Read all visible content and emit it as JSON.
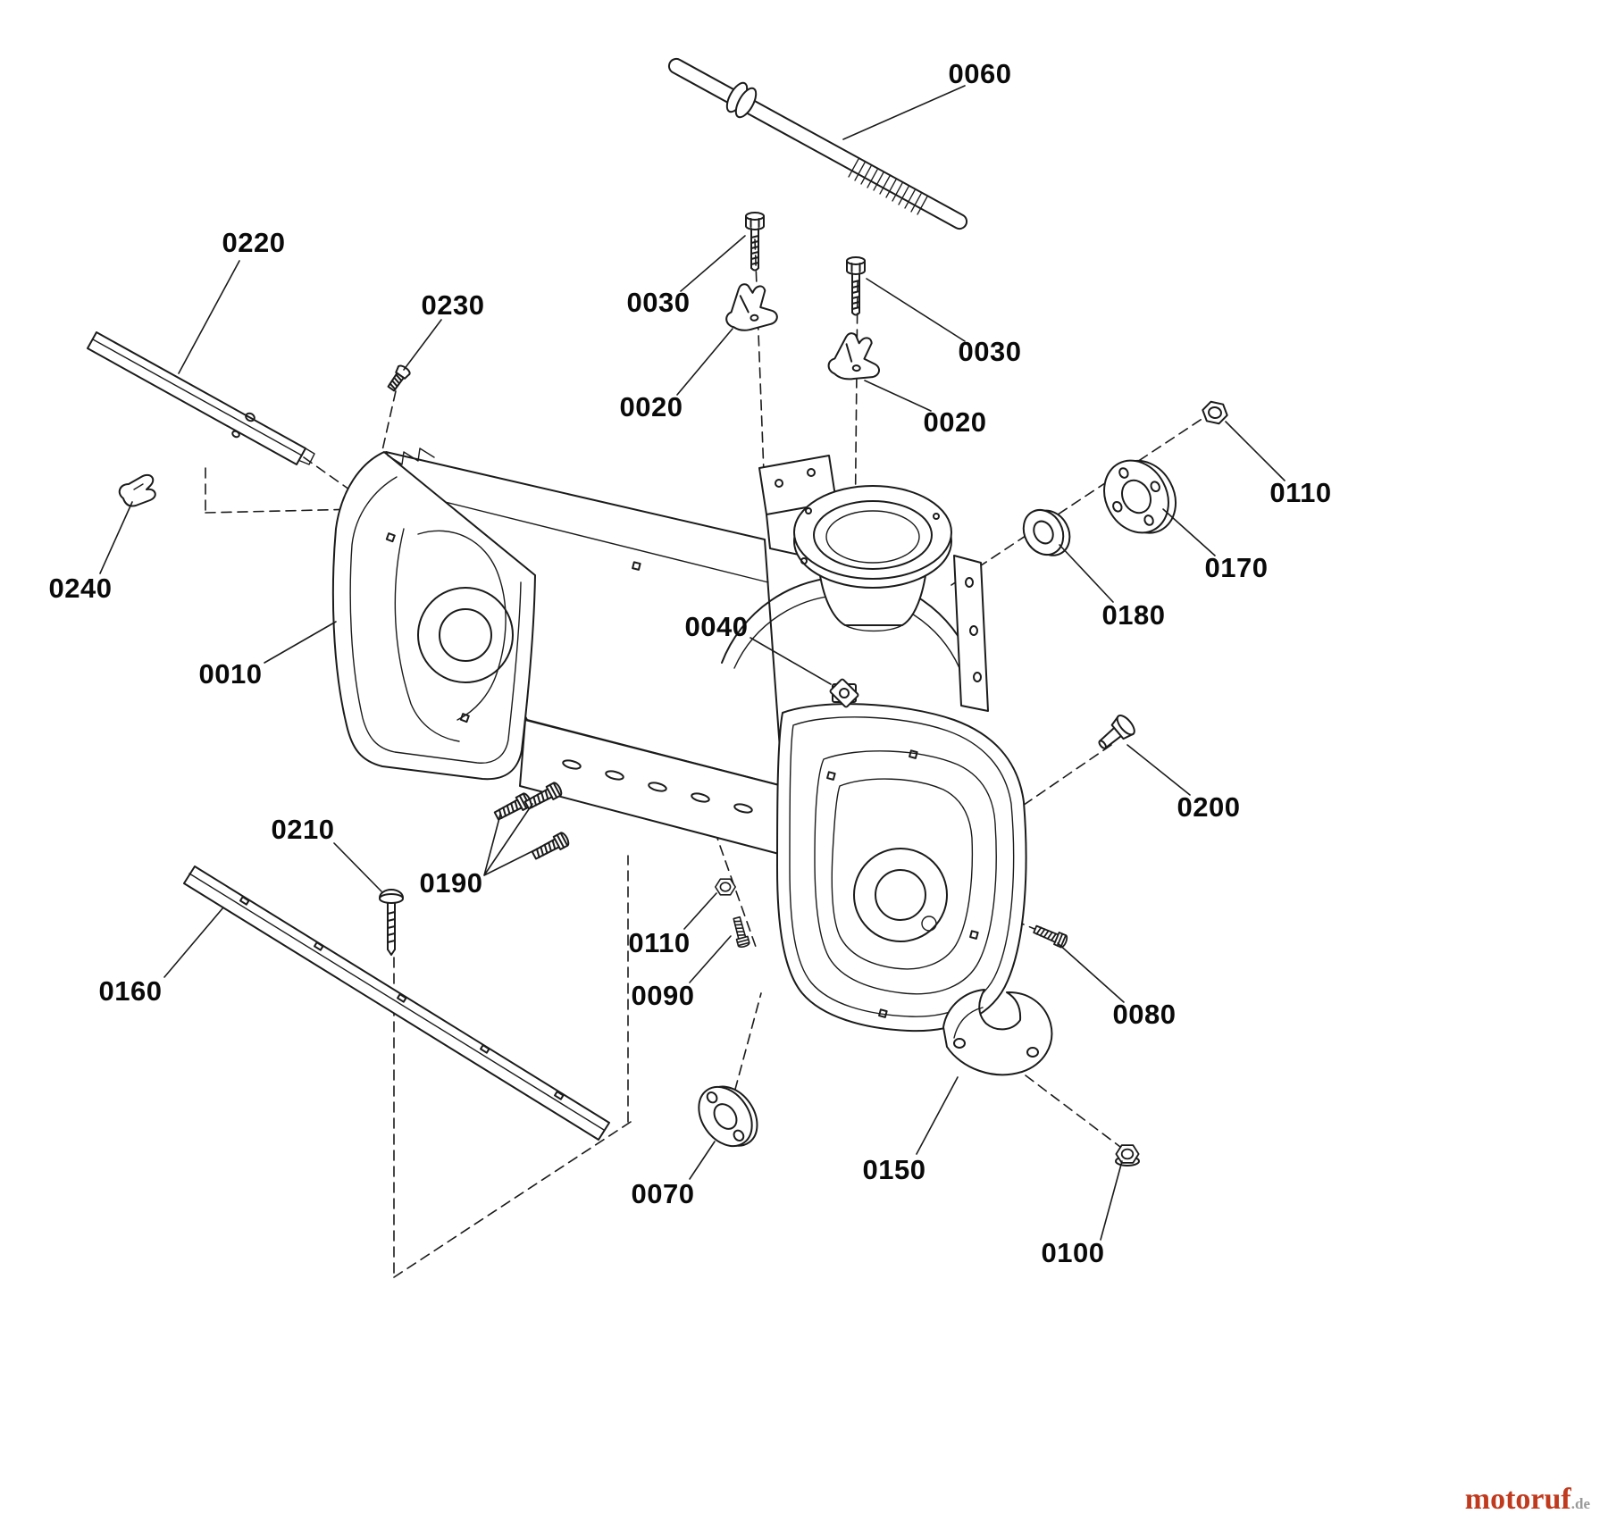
{
  "page": {
    "background": "#ffffff",
    "ink_color": "#1b1b1b",
    "label_color": "#0a0a0a"
  },
  "diagram": {
    "labels": [
      {
        "text": "0060"
      },
      {
        "text": "0220"
      },
      {
        "text": "0230"
      },
      {
        "text": "0030"
      },
      {
        "text": "0030"
      },
      {
        "text": "0020"
      },
      {
        "text": "0020"
      },
      {
        "text": "0110"
      },
      {
        "text": "0170"
      },
      {
        "text": "0180"
      },
      {
        "text": "0240"
      },
      {
        "text": "0010"
      },
      {
        "text": "0040"
      },
      {
        "text": "0200"
      },
      {
        "text": "0210"
      },
      {
        "text": "0190"
      },
      {
        "text": "0110"
      },
      {
        "text": "0160"
      },
      {
        "text": "0090"
      },
      {
        "text": "0080"
      },
      {
        "text": "0150"
      },
      {
        "text": "0070"
      },
      {
        "text": "0100"
      }
    ]
  },
  "watermark": {
    "main": "motoruf",
    "suffix": ".de",
    "main_color": "#c03a1e",
    "suffix_color": "#999999"
  }
}
